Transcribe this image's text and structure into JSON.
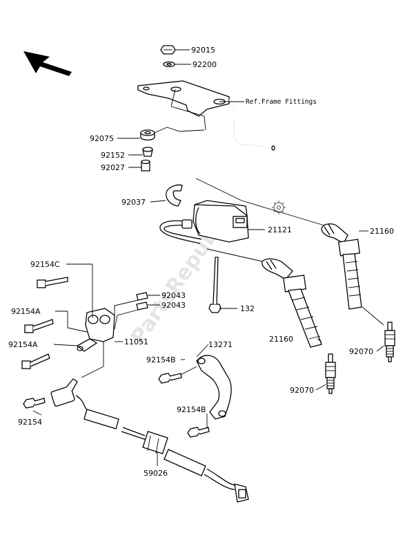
{
  "watermark": "PartsRepublik",
  "ref_note": "Ref.Frame Fittings",
  "labels": {
    "l92015": "92015",
    "l92200": "92200",
    "l92075": "92075",
    "l92152": "92152",
    "l92027": "92027",
    "l92037": "92037",
    "l21121": "21121",
    "l21160a": "21160",
    "l92154c": "92154C",
    "l92154a1": "92154A",
    "l92154a2": "92154A",
    "l92043a": "92043",
    "l92043b": "92043",
    "l132": "132",
    "l11051": "11051",
    "l21160b": "21160",
    "l92070a": "92070",
    "l13271": "13271",
    "l92154b1": "92154B",
    "l92070b": "92070",
    "l92154b2": "92154B",
    "l92154": "92154",
    "l59026": "59026"
  }
}
